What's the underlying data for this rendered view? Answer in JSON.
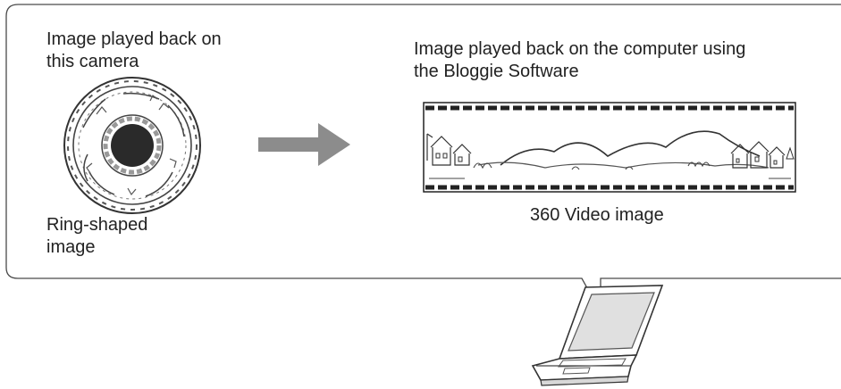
{
  "labels": {
    "camera_playback": "Image played back on\nthis camera",
    "ring_shaped": "Ring-shaped\nimage",
    "computer_playback": "Image played back on the computer using\nthe Bloggie Software",
    "video_360": "360 Video image"
  },
  "icons": {
    "ring_image": "ring-image-icon",
    "arrow": "arrow-right-icon",
    "panorama": "panorama-landscape-icon",
    "laptop": "laptop-icon"
  },
  "colors": {
    "outline": "#4a4a4a",
    "arrow": "#8c8c8c",
    "ring_center": "#2a2a2a",
    "screen": "#e0e0e0"
  }
}
